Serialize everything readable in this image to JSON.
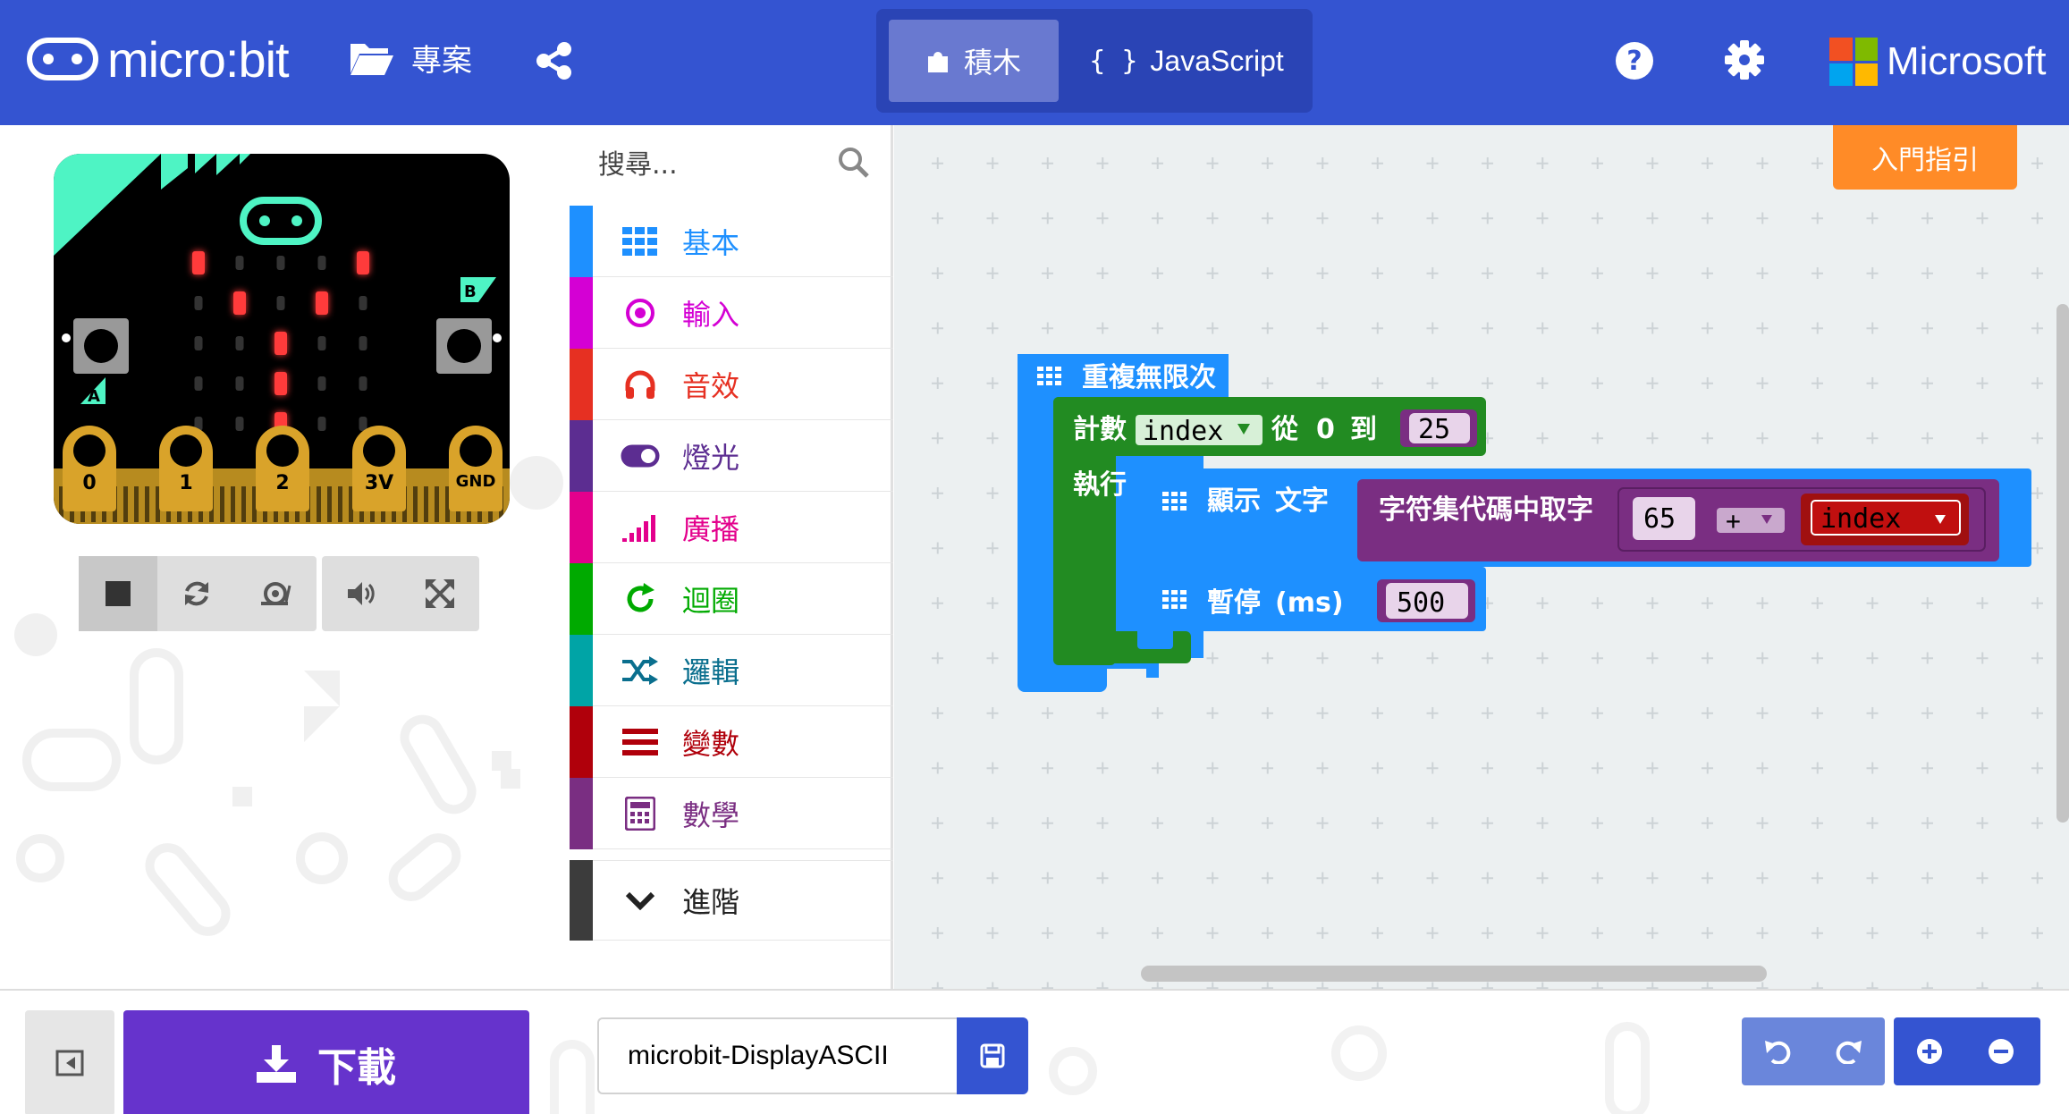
{
  "header": {
    "logo_text": "micro:bit",
    "projects_label": "專案",
    "blocks_label": "積木",
    "js_braces": "{ }",
    "js_label": "JavaScript",
    "microsoft_label": "Microsoft"
  },
  "simulator": {
    "pins": [
      "0",
      "1",
      "2",
      "3V",
      "GND"
    ],
    "button_a": "A",
    "button_b": "B",
    "led_rows": [
      [
        1,
        0,
        0,
        0,
        1
      ],
      [
        0,
        1,
        0,
        1,
        0
      ],
      [
        0,
        0,
        1,
        0,
        0
      ],
      [
        0,
        0,
        1,
        0,
        0
      ],
      [
        0,
        0,
        1,
        0,
        0
      ]
    ]
  },
  "toolbox": {
    "search_placeholder": "搜尋...",
    "categories": [
      {
        "label": "基本",
        "color": "#1e90ff"
      },
      {
        "label": "輸入",
        "color": "#d400d4"
      },
      {
        "label": "音效",
        "color": "#e63022"
      },
      {
        "label": "燈光",
        "color": "#5c2d91"
      },
      {
        "label": "廣播",
        "color": "#e3008c"
      },
      {
        "label": "迴圈",
        "color": "#00aa00"
      },
      {
        "label": "邏輯",
        "color": "#00a4a6"
      },
      {
        "label": "變數",
        "color": "#dc143c"
      },
      {
        "label": "數學",
        "color": "#9400d3"
      }
    ],
    "advanced_label": "進階",
    "advanced_color": "#3c3c3c"
  },
  "workspace": {
    "guide_label": "入門指引",
    "forever_label": "重複無限次",
    "for_label": "計數",
    "for_var": "index",
    "for_from": "從",
    "for_start": "0",
    "for_to": "到",
    "for_end": "25",
    "do_label": "執行",
    "show_label": "顯示",
    "text_label": "文字",
    "char_from_code_label": "字符集代碼中取字",
    "add_left": "65",
    "add_op": "+",
    "add_right": "index",
    "pause_label": "暫停",
    "pause_unit": "(ms)",
    "pause_value": "500"
  },
  "footer": {
    "download_label": "下載",
    "project_name": "microbit-DisplayASCII"
  }
}
